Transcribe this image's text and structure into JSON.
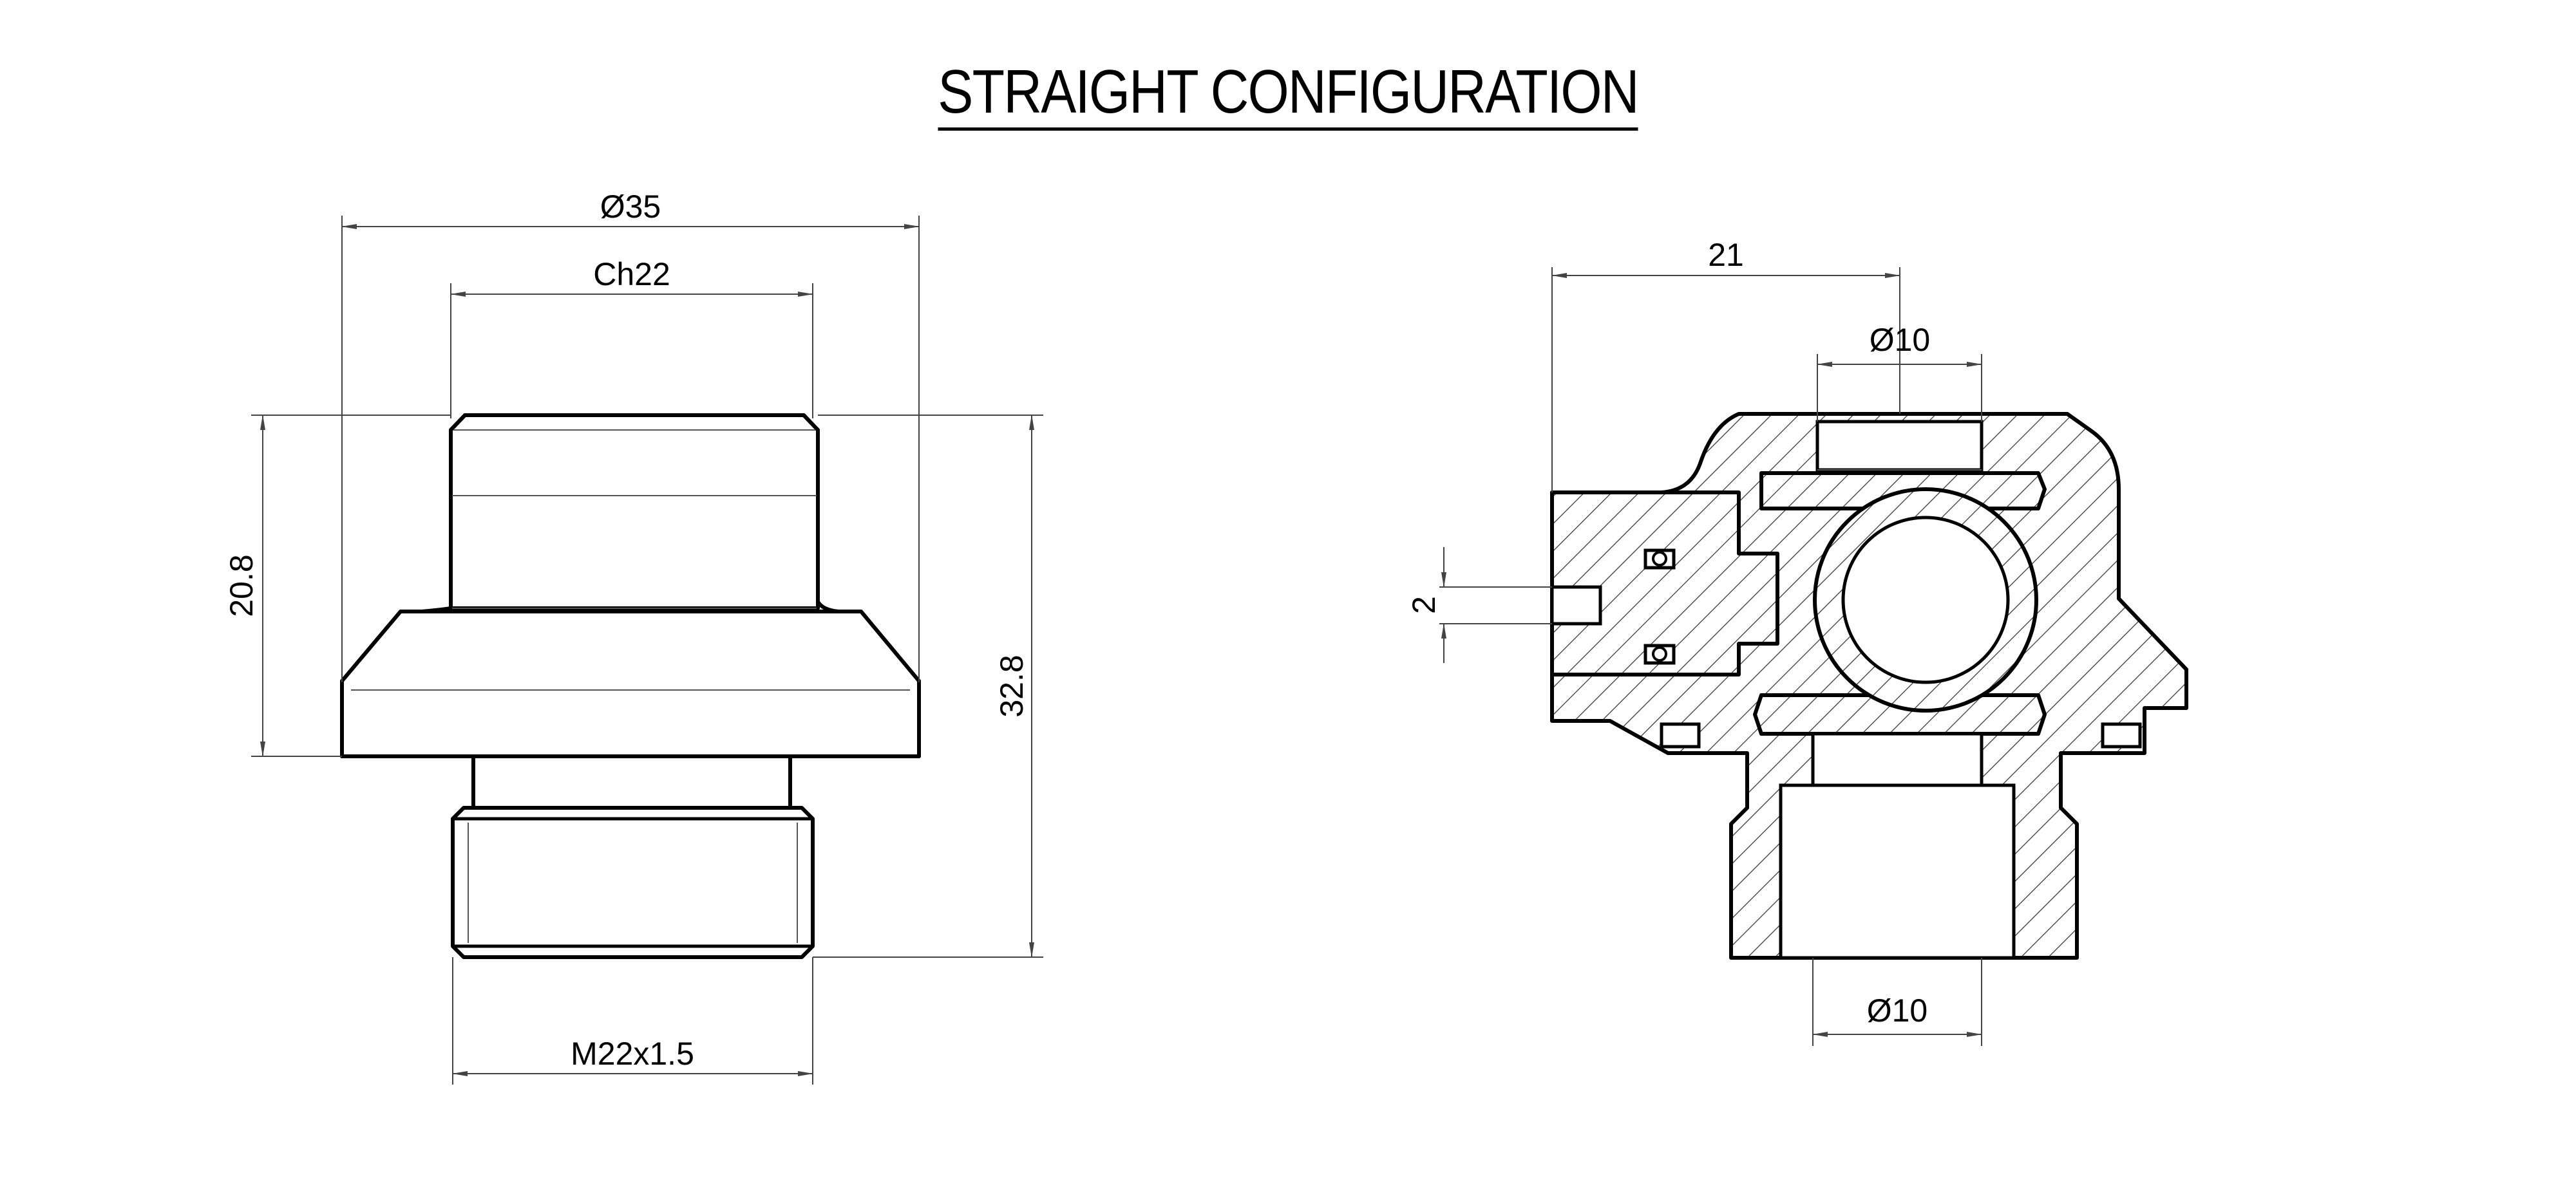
{
  "title": "STRAIGHT CONFIGURATION",
  "side_view": {
    "dims": {
      "outer_diameter": "Ø35",
      "hex": "Ch22",
      "body_height": "20.8",
      "total_height": "32.8",
      "thread": "M22x1.5"
    }
  },
  "section_view": {
    "dims": {
      "offset": "21",
      "top_bore": "Ø10",
      "groove_width": "2",
      "bottom_bore": "Ø10"
    }
  },
  "colors": {
    "line": "#000000",
    "dimension": "#444444",
    "background": "#ffffff"
  }
}
